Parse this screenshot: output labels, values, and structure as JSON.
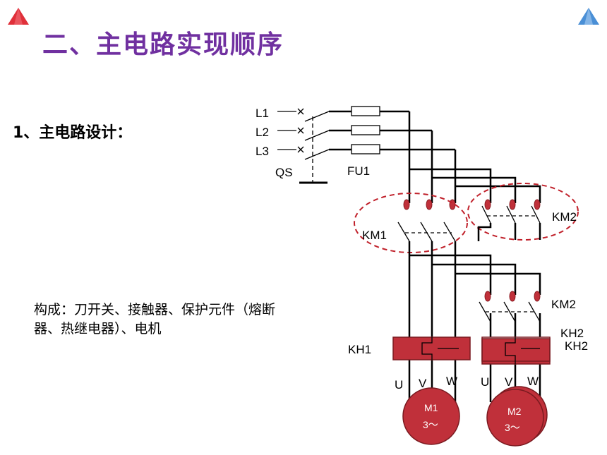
{
  "header": {
    "title": "二、主电路实现顺序",
    "left_triangle_color": "#e0303a",
    "right_triangle_color": "#4a8fd6"
  },
  "section": {
    "heading": "1、主电路设计：",
    "description": "构成：刀开关、接触器、保护元件（熔断器、热继电器）、电机"
  },
  "diagram": {
    "phases": [
      "L1",
      "L2",
      "L3"
    ],
    "switch_label": "QS",
    "fuse_label": "FU1",
    "contactor1_label": "KM1",
    "contactor2_label": "KM2",
    "contactor2_lower_label": "KM2",
    "relay1_label": "KH1",
    "relay2_label": "KH2",
    "relay2_label_overlap": "KH2",
    "terminals": [
      "U",
      "V",
      "W"
    ],
    "motor1_name": "M1",
    "motor2_name": "M2",
    "motor_phase": "3～",
    "colors": {
      "component_red": "#c0303a",
      "dash_ring": "#c0202a",
      "wire": "#000000"
    }
  }
}
